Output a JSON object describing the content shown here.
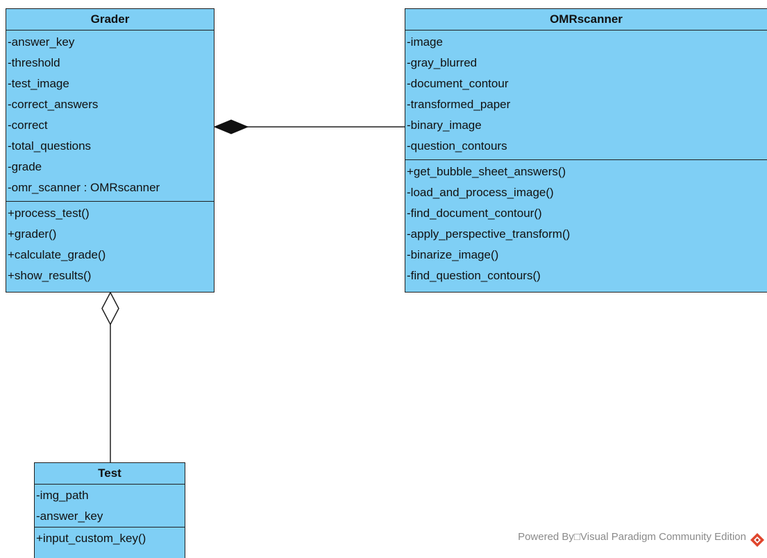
{
  "classes": {
    "grader": {
      "name": "Grader",
      "attributes": [
        "-answer_key",
        "-threshold",
        "-test_image",
        "-correct_answers",
        "-correct",
        "-total_questions",
        "-grade",
        "-omr_scanner : OMRscanner"
      ],
      "operations": [
        "+process_test()",
        "+grader()",
        "+calculate_grade()",
        "+show_results()"
      ]
    },
    "omr": {
      "name": "OMRscanner",
      "attributes": [
        "-image",
        "-gray_blurred",
        "-document_contour",
        "-transformed_paper",
        "-binary_image",
        "-question_contours"
      ],
      "operations": [
        "+get_bubble_sheet_answers()",
        "-load_and_process_image()",
        "-find_document_contour()",
        "-apply_perspective_transform()",
        "-binarize_image()",
        "-find_question_contours()"
      ]
    },
    "test": {
      "name": "Test",
      "attributes": [
        "-img_path",
        "-answer_key"
      ],
      "operations": [
        "+input_custom_key()"
      ]
    }
  },
  "relationships": [
    {
      "type": "composition",
      "whole": "Grader",
      "part": "OMRscanner"
    },
    {
      "type": "aggregation",
      "whole": "Grader",
      "part": "Test"
    }
  ],
  "watermark": {
    "text": "Powered By□Visual Paradigm Community Edition"
  },
  "colors": {
    "class_fill": "#7fcff5",
    "border": "#1f1f1f",
    "watermark_text": "#8a8a8a",
    "logo": "#e0452c"
  }
}
